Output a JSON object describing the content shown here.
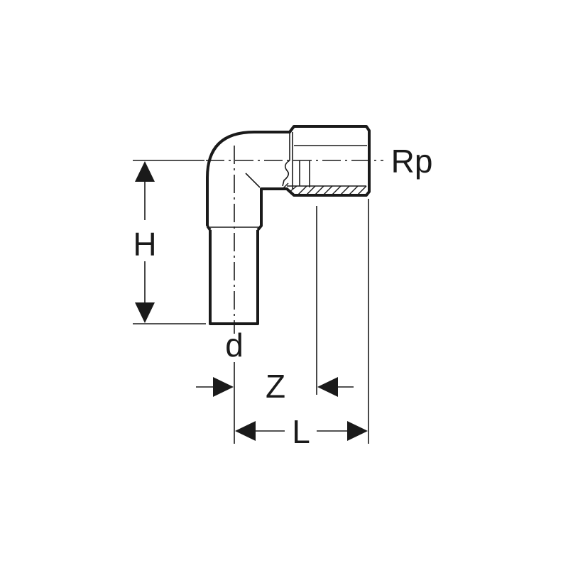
{
  "diagram": {
    "type": "technical-drawing",
    "subject": "pipe elbow 90° with female threaded connection",
    "labels": {
      "height": "H",
      "thread": "Rp",
      "diameter": "d",
      "offset": "Z",
      "length": "L"
    },
    "colors": {
      "line": "#1a1a1a",
      "background": "#ffffff"
    }
  }
}
